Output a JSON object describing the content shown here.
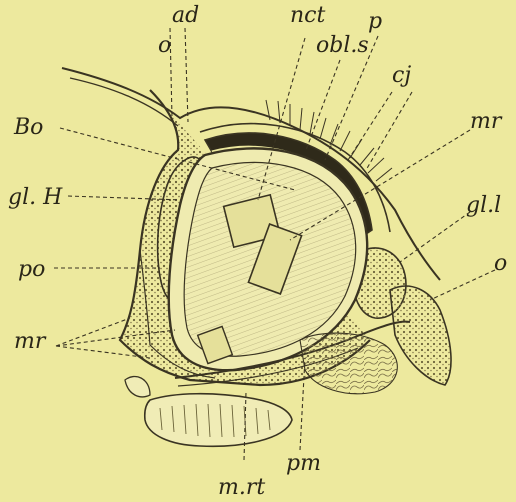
{
  "figure": {
    "background_color": "#ede99e",
    "ink_color": "#2a2618",
    "labels": {
      "ad": "ad",
      "o_top": "o",
      "nct": "nct",
      "obl_s": "obl.s",
      "p": "p",
      "cj": "cj",
      "bo": "Bo",
      "mr_right": "mr",
      "gl_h": "gl. H",
      "gl_l": "gl.l",
      "o_right": "o",
      "po": "po",
      "mr_left": "mr",
      "pm": "pm",
      "m_rt": "m.rt"
    }
  }
}
